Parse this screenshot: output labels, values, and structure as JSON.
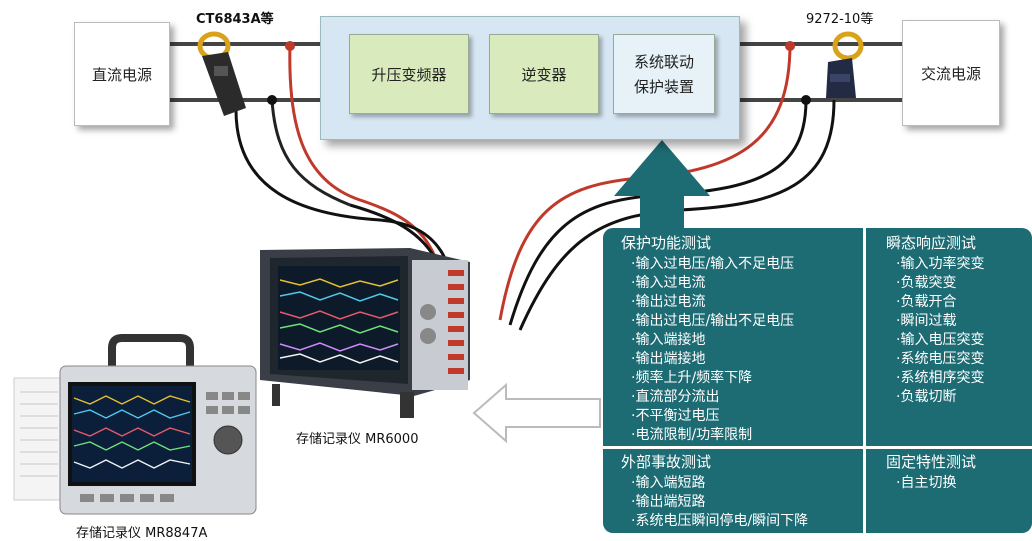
{
  "dc_source": {
    "label": "直流电源"
  },
  "ac_source": {
    "label": "交流电源"
  },
  "probe_left": {
    "label": "CT6843A等"
  },
  "probe_right": {
    "label": "9272-10等"
  },
  "system": {
    "boost": "升压变频器",
    "inverter": "逆变器",
    "protection_line1": "系统联动",
    "protection_line2": "保护装置"
  },
  "recorders": [
    {
      "label": "存储记录仪  MR6000"
    },
    {
      "label": "存储记录仪  MR8847A"
    }
  ],
  "protection_tests": {
    "title": "保护功能测试",
    "items": [
      "·输入过电压/输入不足电压",
      "·输入过电流",
      "·输出过电流",
      "·输出过电压/输出不足电压",
      "·输入端接地",
      "·输出端接地",
      "·频率上升/频率下降",
      "·直流部分流出",
      "·不平衡过电压",
      "·电流限制/功率限制"
    ]
  },
  "transient_tests": {
    "title": "瞬态响应测试",
    "items": [
      "·输入功率突变",
      "·负载突变",
      "·负载开合",
      "·瞬间过载",
      "·输入电压突变",
      "·系统电压突变",
      "·系统相序突变",
      "·负载切断"
    ]
  },
  "external_fault_tests": {
    "title": "外部事故测试",
    "items": [
      "·输入端短路",
      "·输出端短路",
      "·系统电压瞬间停电/瞬间下降"
    ]
  },
  "fixed_tests": {
    "title": "固定特性测试",
    "items": [
      "·自主切换"
    ]
  },
  "colors": {
    "panel": "#1d6b73",
    "system_box": "#d6e6f3",
    "inner_box": "#d9ebbd",
    "voltage_lead": "#c0392b"
  }
}
